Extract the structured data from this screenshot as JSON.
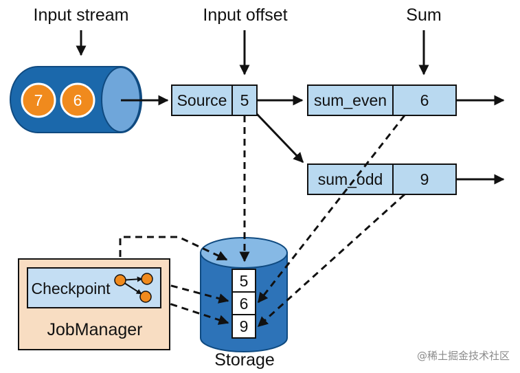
{
  "labels": {
    "input_stream": "Input stream",
    "input_offset": "Input offset",
    "sum": "Sum",
    "storage": "Storage",
    "job_manager": "JobManager",
    "checkpoint": "Checkpoint"
  },
  "input_stream_events": [
    "7",
    "6"
  ],
  "source": {
    "label": "Source",
    "offset": "5"
  },
  "tasks": [
    {
      "label": "sum_even",
      "value": "6"
    },
    {
      "label": "sum_odd",
      "value": "9"
    }
  ],
  "storage_values": [
    "5",
    "6",
    "9"
  ],
  "watermark": "@稀土掘金技术社区",
  "colors": {
    "stream_blue": "#1b68ab",
    "stream_cap": "#6fa6da",
    "event_orange": "#f08a1d",
    "box_fill": "#b9d9f0",
    "storage_blue": "#2d73b8",
    "storage_top": "#86b9e5",
    "jobmanager_fill": "#f8ddc2",
    "checkpoint_fill": "#c4def3",
    "line": "#111111"
  }
}
